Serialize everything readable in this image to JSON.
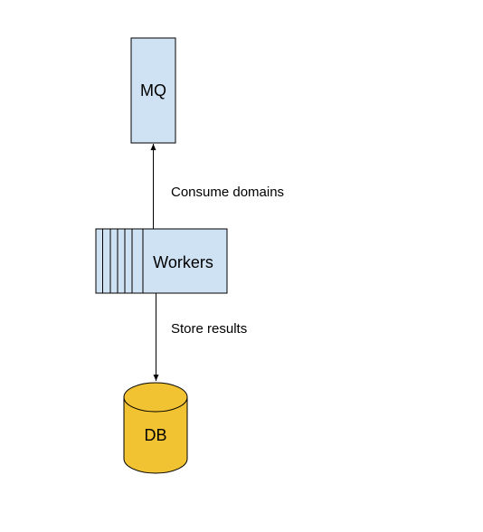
{
  "nodes": {
    "mq": {
      "label": "MQ",
      "fill": "#cfe2f3",
      "stroke": "#000000"
    },
    "workers": {
      "label": "Workers",
      "fill": "#cfe2f3",
      "stroke": "#000000"
    },
    "db": {
      "label": "DB",
      "fill": "#f1c232",
      "stroke": "#000000"
    }
  },
  "edges": {
    "consume": {
      "label": "Consume domains"
    },
    "store": {
      "label": "Store results"
    }
  }
}
